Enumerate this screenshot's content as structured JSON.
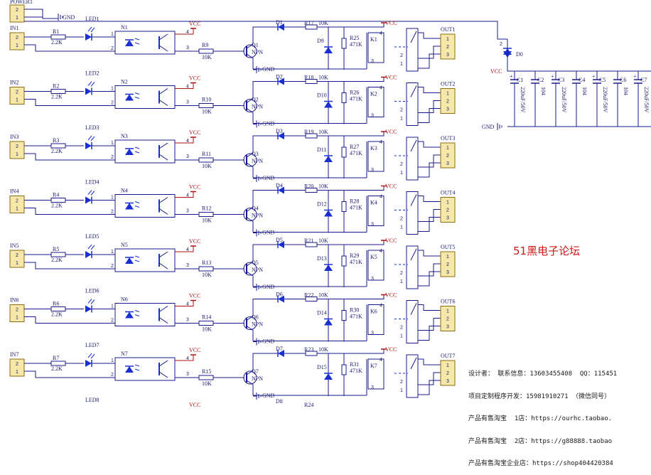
{
  "power": {
    "name": "POWER1",
    "pins": [
      "2",
      "1"
    ],
    "gnd": "GND"
  },
  "channels": [
    {
      "in": "IN1",
      "r_in": "R1",
      "led": "LED1",
      "opto": "N1",
      "r_base": "R9",
      "q": "Q1",
      "diode": "D1",
      "r_led": "R17",
      "r_coil_led": "R25",
      "d_flyback": "D9",
      "relay": "K1",
      "out": "OUT1"
    },
    {
      "in": "IN2",
      "r_in": "R2",
      "led": "LED2",
      "opto": "N2",
      "r_base": "R10",
      "q": "Q2",
      "diode": "D2",
      "r_led": "R18",
      "r_coil_led": "R26",
      "d_flyback": "D10",
      "relay": "K2",
      "out": "OUT2"
    },
    {
      "in": "IN3",
      "r_in": "R3",
      "led": "LED3",
      "opto": "N3",
      "r_base": "R11",
      "q": "Q3",
      "diode": "D3",
      "r_led": "R19",
      "r_coil_led": "R27",
      "d_flyback": "D11",
      "relay": "K3",
      "out": "OUT3"
    },
    {
      "in": "IN4",
      "r_in": "R4",
      "led": "LED4",
      "opto": "N4",
      "r_base": "R12",
      "q": "Q4",
      "diode": "D4",
      "r_led": "R20",
      "r_coil_led": "R28",
      "d_flyback": "D12",
      "relay": "K4",
      "out": "OUT4"
    },
    {
      "in": "IN5",
      "r_in": "R5",
      "led": "LED5",
      "opto": "N5",
      "r_base": "R13",
      "q": "Q5",
      "diode": "D5",
      "r_led": "R21",
      "r_coil_led": "R29",
      "d_flyback": "D13",
      "relay": "K5",
      "out": "OUT5"
    },
    {
      "in": "IN6",
      "r_in": "R6",
      "led": "LED6",
      "opto": "N6",
      "r_base": "R14",
      "q": "Q6",
      "diode": "D6",
      "r_led": "R22",
      "r_coil_led": "R30",
      "d_flyback": "D14",
      "relay": "K6",
      "out": "OUT6"
    },
    {
      "in": "IN7",
      "r_in": "R7",
      "led": "LED7",
      "opto": "N7",
      "r_base": "R15",
      "q": "Q7",
      "diode": "D7",
      "r_led": "R23",
      "r_coil_led": "R31",
      "d_flyback": "D15",
      "relay": "K7",
      "out": "OUT7"
    }
  ],
  "partial_row": {
    "led": "LED8",
    "diode": "D8",
    "r_led": "R24",
    "vcc": "VCC"
  },
  "values": {
    "r_in": "2.2K",
    "r_base": "10K",
    "r_led": "10K",
    "r_coil_led": "471K",
    "q_type": "NPN",
    "vcc": "VCC",
    "gnd": "GND"
  },
  "supply": {
    "diode": "D0",
    "vcc": "VCC",
    "gnd": "GND",
    "caps": [
      {
        "name": "C1",
        "value": "220uF/50V",
        "polar": true
      },
      {
        "name": "C2",
        "value": "104",
        "polar": false
      },
      {
        "name": "C3",
        "value": "220uF/50V",
        "polar": true
      },
      {
        "name": "C4",
        "value": "104",
        "polar": false
      },
      {
        "name": "C5",
        "value": "220uF/50V",
        "polar": true
      },
      {
        "name": "C6",
        "value": "104",
        "polar": false
      },
      {
        "name": "C7",
        "value": "220uF/50V",
        "polar": true
      }
    ]
  },
  "brand": "51黑电子论坛",
  "info_lines": [
    "设计者： 联系信息：13603455408  QQ：115451",
    "项目定制程序开发：15981910271 （微信同号）",
    "产品有售淘宝  1店：https://ourhc.taobao.",
    "产品有售淘宝  2店：https://g88888.taobao",
    "产品有售淘宝企业店：https://shop404420384"
  ]
}
